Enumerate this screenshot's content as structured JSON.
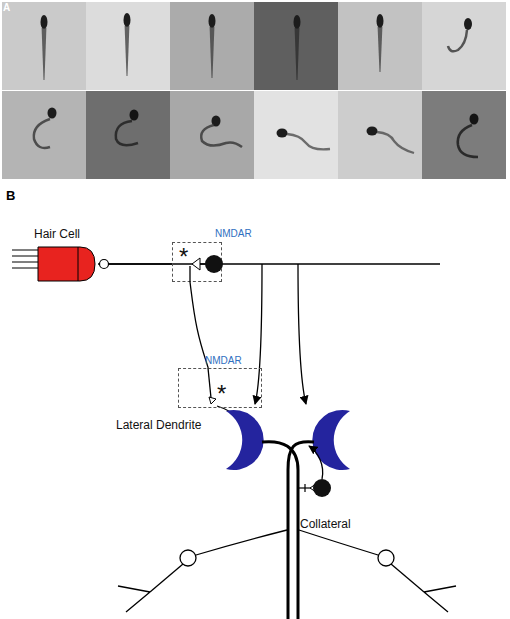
{
  "diagram": {
    "nodes": [
      {
        "text": [
          "Hair Cell"
        ]
      },
      {
        "text": [
          "NMDAR",
          "*"
        ]
      },
      {
        "text": [
          "NMDAR",
          "*"
        ]
      },
      {
        "text": [
          "Collateral"
        ]
      }
    ],
    "edges": [
      {
        "from": 0,
        "to": 1,
        "arrow": "none"
      },
      {
        "from": 1,
        "to": 2,
        "arrow": "none"
      }
    ],
    "labels": [
      "A",
      "B",
      "Lateral Dendrite"
    ]
  }
}
